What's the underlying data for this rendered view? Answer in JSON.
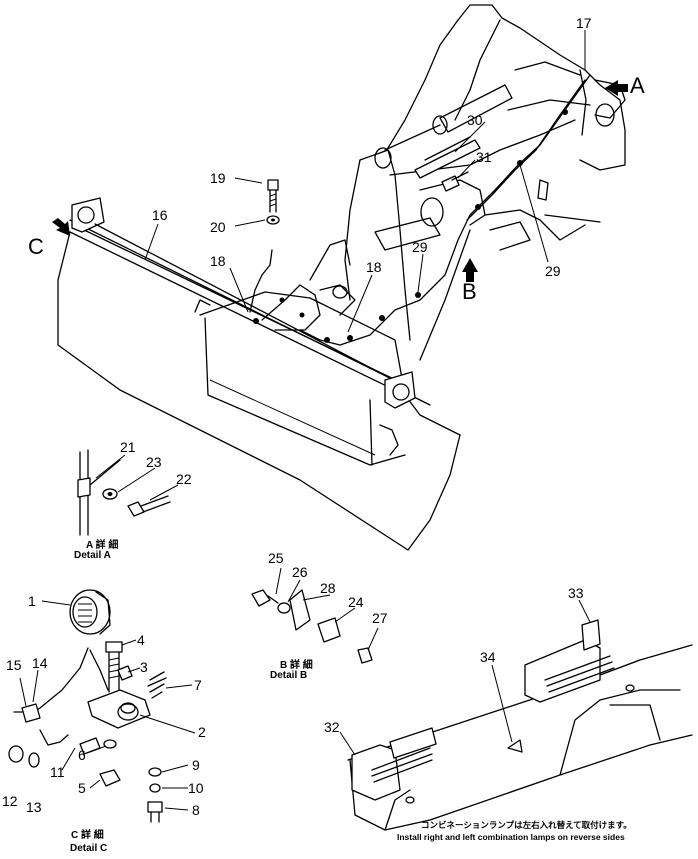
{
  "callouts": {
    "n1": "1",
    "n2": "2",
    "n3": "3",
    "n4": "4",
    "n5": "5",
    "n6": "6",
    "n7": "7",
    "n8": "8",
    "n9": "9",
    "n10": "10",
    "n11": "11",
    "n12": "12",
    "n13": "13",
    "n14": "14",
    "n15": "15",
    "n16": "16",
    "n17": "17",
    "n18a": "18",
    "n18b": "18",
    "n19": "19",
    "n20": "20",
    "n21": "21",
    "n22": "22",
    "n23": "23",
    "n24": "24",
    "n25": "25",
    "n26": "26",
    "n27": "27",
    "n28": "28",
    "n29a": "29",
    "n29b": "29",
    "n30": "30",
    "n31": "31",
    "n32": "32",
    "n33": "33",
    "n34": "34"
  },
  "views": {
    "a": "A",
    "b": "B",
    "c": "C"
  },
  "details": {
    "a_jp": "A 詳 細",
    "a_en": "Detail A",
    "b_jp": "B 詳 細",
    "b_en": "Detail B",
    "c_jp": "C 詳 細",
    "c_en": "Detail C"
  },
  "note": {
    "jp": "コンビネーションランプは左右入れ替えて取付けます。",
    "en": "Install right and left combination lamps on reverse sides"
  }
}
